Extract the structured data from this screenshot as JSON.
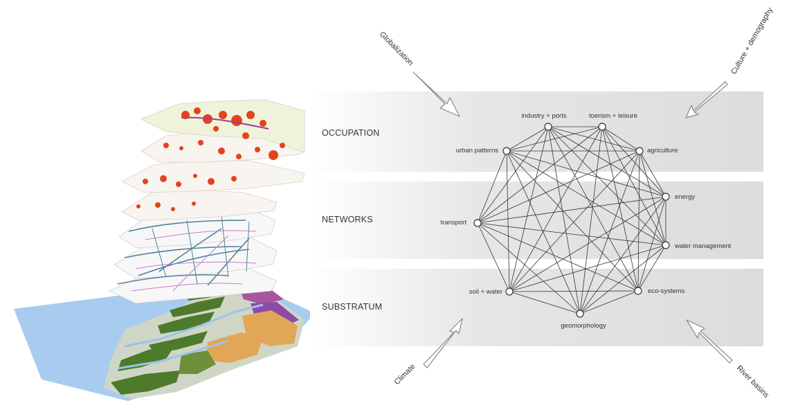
{
  "layers": [
    {
      "id": "occupation",
      "label": "OCCUPATION"
    },
    {
      "id": "networks",
      "label": "NETWORKS"
    },
    {
      "id": "substratum",
      "label": "SUBSTRATUM"
    }
  ],
  "nodes": [
    {
      "id": "industry-ports",
      "label": "industry + ports"
    },
    {
      "id": "toerism-leisure",
      "label": "toerism + leisure"
    },
    {
      "id": "agriculture",
      "label": "agriculture"
    },
    {
      "id": "energy",
      "label": "energy"
    },
    {
      "id": "water-management",
      "label": "water management"
    },
    {
      "id": "eco-systems",
      "label": "eco-systems"
    },
    {
      "id": "geomorphology",
      "label": "geomorphology"
    },
    {
      "id": "soil-water",
      "label": "soil + water"
    },
    {
      "id": "transport",
      "label": "transport"
    },
    {
      "id": "urban-patterns",
      "label": "urban patterns"
    }
  ],
  "connections": "all nodes interconnected",
  "drivers": [
    {
      "id": "globalization",
      "label": "Globalization"
    },
    {
      "id": "culture-demography",
      "label": "Culture + demography"
    },
    {
      "id": "climate",
      "label": "Climate"
    },
    {
      "id": "river-basins",
      "label": "River basins"
    }
  ],
  "colors": {
    "band": "#e3e3e3",
    "line": "#333333",
    "water": "#9cc3ea",
    "land-green": "#4f7a2a",
    "land-orange": "#e4a957",
    "urban-red": "#e2421f",
    "network-blue": "#557f9a",
    "network-pink": "#c27cc7"
  }
}
